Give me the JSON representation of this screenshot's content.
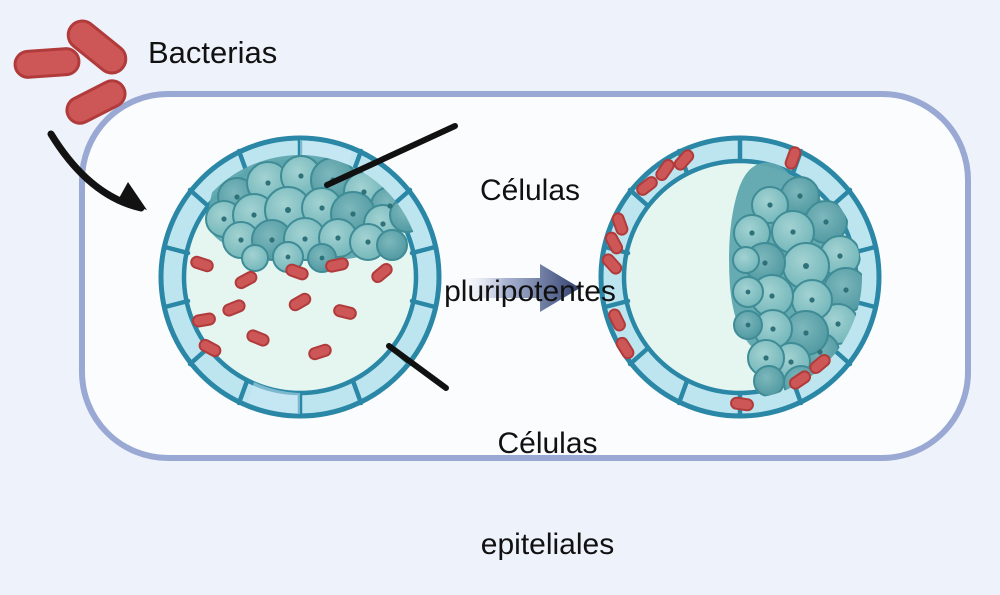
{
  "figure": {
    "title": "Infeccion bacteriana de organoide epitelial",
    "background_color": "#eef2fa"
  },
  "labels": {
    "bacteria": "Bacterias",
    "pluripotent_line1": "Células",
    "pluripotent_line2": "pluripotentes",
    "pluripotent": "Células pluripotentes",
    "epithelial_line1": "Células",
    "epithelial_line2": "epiteliales",
    "epithelial": "Células epiteliales"
  },
  "colors": {
    "background": "#eef2fa",
    "container_fill": "#fbfcfe",
    "container_stroke": "#9aa9d4",
    "epithelial_fill": "#bde5f0",
    "epithelial_stroke": "#2a87a6",
    "lumen_fill": "#e2f5ef",
    "pluripotent_fill": "#7fc0c2",
    "pluripotent_fill_dark": "#4f9ba3",
    "pluripotent_stroke": "#3f8c96",
    "bacteria_fill": "#cd5757",
    "bacteria_stroke": "#b13b3b",
    "arrow_dark": "#2f3f6e",
    "arrow_light": "#c9d2e8",
    "leader_line": "#111111"
  },
  "elements": {
    "container_shape": "rounded-rectangle",
    "transition_arrow": "right-arrow-gradient",
    "entry_arrow": "curved-black-arrow",
    "leader_pluripotent": "leader-line",
    "leader_epithelial": "leader-line"
  },
  "organoid_left": {
    "name": "organoid-before-infection",
    "bacteria_location": "lumen",
    "bacteria_count": 12,
    "pluripotent_cluster_position": "top",
    "pluripotent_cell_count": 22,
    "epithelial_cell_count": 14
  },
  "organoid_right": {
    "name": "organoid-after-infection",
    "bacteria_location": "epithelial-wall",
    "bacteria_count": 12,
    "pluripotent_cluster_position": "right",
    "pluripotent_cell_count": 22,
    "epithelial_cell_count": 14
  },
  "free_bacteria": {
    "name": "extracellular-bacteria",
    "count": 3
  }
}
